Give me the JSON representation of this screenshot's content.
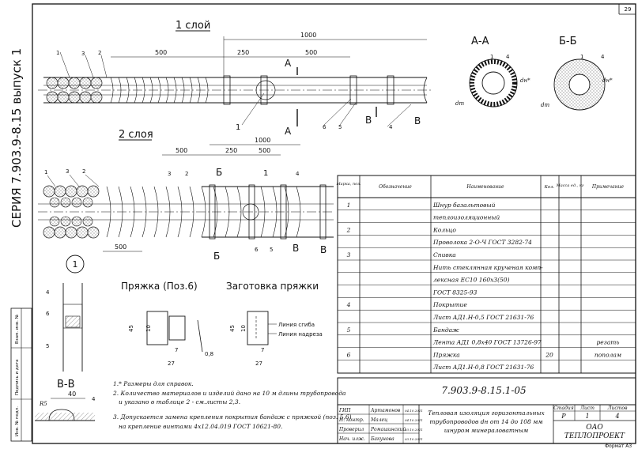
{
  "page_number": "29",
  "series_label": "СЕРИЯ 7.903.9-8.15 выпуск 1",
  "side_stamp": {
    "inv_no_sub": "Инв. № подл.",
    "signature_date": "Подпись и дата",
    "replace_inv": "Взам. инв. №"
  },
  "views": {
    "layer1_title": "1 слой",
    "layer2_title": "2 слоя",
    "section_aa": "А-А",
    "section_bb": "Б-Б",
    "section_vv": "В-В",
    "node_1": "1",
    "buckle_title": "Пряжка (Поз.6)",
    "blank_title": "Заготовка пряжки",
    "bend_line": "Линия сгиба",
    "cut_line": "Линия надреза"
  },
  "dims": {
    "d1000": "1000",
    "d500": "500",
    "d250": "250",
    "d45": "45",
    "d10": "10",
    "d7": "7",
    "d27": "27",
    "d08": "0,8",
    "d40": "40",
    "r5": "R5"
  },
  "markers": {
    "a": "А",
    "b": "Б",
    "v": "В",
    "p1": "1",
    "p2": "2",
    "p3": "3",
    "p4": "4",
    "p5": "5",
    "p6": "6",
    "dn": "dн*",
    "dt": "dт"
  },
  "table": {
    "headers": [
      "Марка, поз.",
      "Обозначение",
      "Наименование",
      "Кол.",
      "Масса ед., кг",
      "Примечание"
    ],
    "rows": [
      {
        "pos": "1",
        "name": "Шнур  базальтовый",
        "qty": "",
        "note": ""
      },
      {
        "pos": "",
        "name": "теплоизоляционный",
        "qty": "",
        "note": ""
      },
      {
        "pos": "2",
        "name": "Кольцо",
        "qty": "",
        "note": ""
      },
      {
        "pos": "",
        "name": "Проволока 2-О-Ч ГОСТ 3282-74",
        "qty": "",
        "note": ""
      },
      {
        "pos": "3",
        "name": "Спивка",
        "qty": "",
        "note": ""
      },
      {
        "pos": "",
        "name": "Нить стеклянная крученая комп-",
        "qty": "",
        "note": ""
      },
      {
        "pos": "",
        "name": "лексная ЕС10 160х3(50)",
        "qty": "",
        "note": ""
      },
      {
        "pos": "",
        "name": "ГОСТ 8325-93",
        "qty": "",
        "note": ""
      },
      {
        "pos": "4",
        "name": "Покрытие",
        "qty": "",
        "note": ""
      },
      {
        "pos": "",
        "name": "Лист АД1.Н-0,5 ГОСТ 21631-76",
        "qty": "",
        "note": ""
      },
      {
        "pos": "5",
        "name": "Бандаж",
        "qty": "",
        "note": ""
      },
      {
        "pos": "",
        "name": "Лента АД1 0,8х40 ГОСТ 13726-97",
        "qty": "",
        "note": "резать"
      },
      {
        "pos": "6",
        "name": "Пряжка",
        "qty": "20",
        "note": "пополам"
      },
      {
        "pos": "",
        "name": "Лист АД1.Н-0,8 ГОСТ 21631-76",
        "qty": "",
        "note": ""
      }
    ]
  },
  "notes": [
    "1.*  Размеры для справок.",
    "2. Количество материалов и изделий дано на 10 м длины трубопровода",
    "и указано в таблице 2 - см.листы 2,3.",
    "3. Допускается замена крепления покрытия бандаж с пряжкой  (поз. 5,6)",
    "на крепление  винтами 4х12.04.019 ГОСТ 10621-80."
  ],
  "title_block": {
    "doc_code": "7.903.9-8.15.1-05",
    "title_lines": [
      "Тепловая изоляция горизонтальных",
      "трубопроводов dн от 14 до 108 мм",
      "шнуром минераловатным"
    ],
    "stage_h": "Стадия",
    "sheet_h": "Лист",
    "sheets_h": "Листов",
    "stage": "Р",
    "sheet": "1",
    "sheets": "4",
    "org": [
      "ОАО",
      "ТЕПЛОПРОЕКТ"
    ],
    "staff": [
      {
        "role": "ГИП",
        "name": "Артамонов",
        "date": "04.10.2011"
      },
      {
        "role": "Н. контр.",
        "name": "Малец",
        "date": "04.10.2011"
      },
      {
        "role": "Проверил",
        "name": "Ромашинский",
        "date": "03.10.2011"
      },
      {
        "role": "Нач. илж.",
        "name": "Бакунова",
        "date": "03.10.2011"
      }
    ],
    "format": "Формат А3"
  }
}
